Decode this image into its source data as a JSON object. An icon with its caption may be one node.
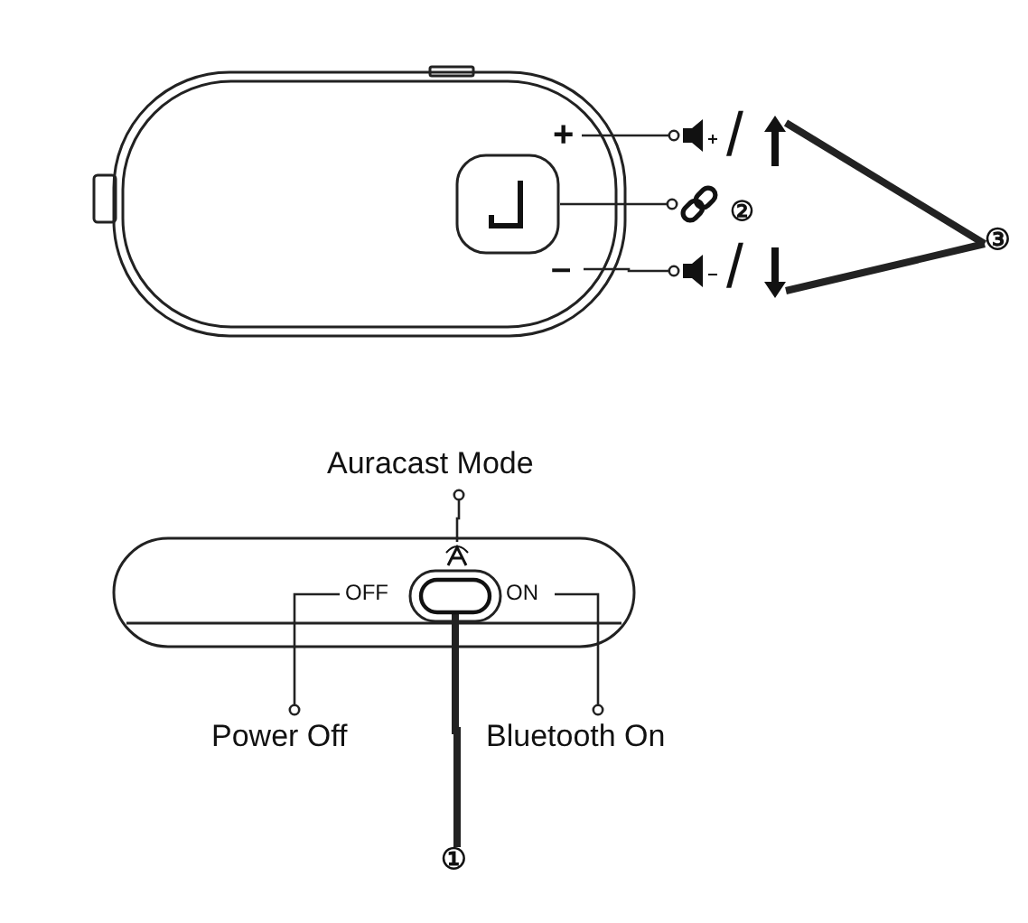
{
  "diagram": {
    "nodes": [
      {
        "text": [
          "+"
        ]
      },
      {
        "text": [],
        "shape": "speaker"
      },
      {
        "text": [],
        "shape": "box"
      },
      {
        "text": [],
        "shape": "link"
      },
      {
        "text": [
          "–"
        ]
      },
      {
        "text": [],
        "shape": "speaker"
      },
      {
        "text": [],
        "shape": "arrow"
      },
      {
        "text": [],
        "shape": "arrow"
      },
      {
        "text": [
          "③"
        ]
      },
      {
        "text": [
          "Auracast Mode"
        ]
      },
      {
        "text": [],
        "shape": "icon"
      },
      {
        "text": [
          "OFF"
        ]
      },
      {
        "text": [
          "ON"
        ]
      },
      {
        "text": [
          "Power Off"
        ]
      },
      {
        "text": [
          "Bluetooth On"
        ]
      },
      {
        "text": [],
        "shape": "switch"
      },
      {
        "text": [
          "①"
        ]
      }
    ],
    "edges": [
      {
        "from": 0,
        "to": 1,
        "arrow": "other"
      },
      {
        "from": 2,
        "to": 3,
        "arrow": "other"
      },
      {
        "from": 4,
        "to": 5,
        "arrow": "other"
      },
      {
        "from": 8,
        "to": 6,
        "arrow": "none",
        "style": "thick"
      },
      {
        "from": 8,
        "to": 7,
        "arrow": "none",
        "style": "thick"
      },
      {
        "from": 10,
        "to": 9,
        "arrow": "other"
      },
      {
        "from": 11,
        "to": 13,
        "arrow": "other"
      },
      {
        "from": 12,
        "to": 14,
        "arrow": "other"
      },
      {
        "from": 16,
        "to": 15,
        "arrow": "none",
        "style": "thick"
      }
    ],
    "labels": [
      "/",
      "②",
      "/"
    ]
  }
}
